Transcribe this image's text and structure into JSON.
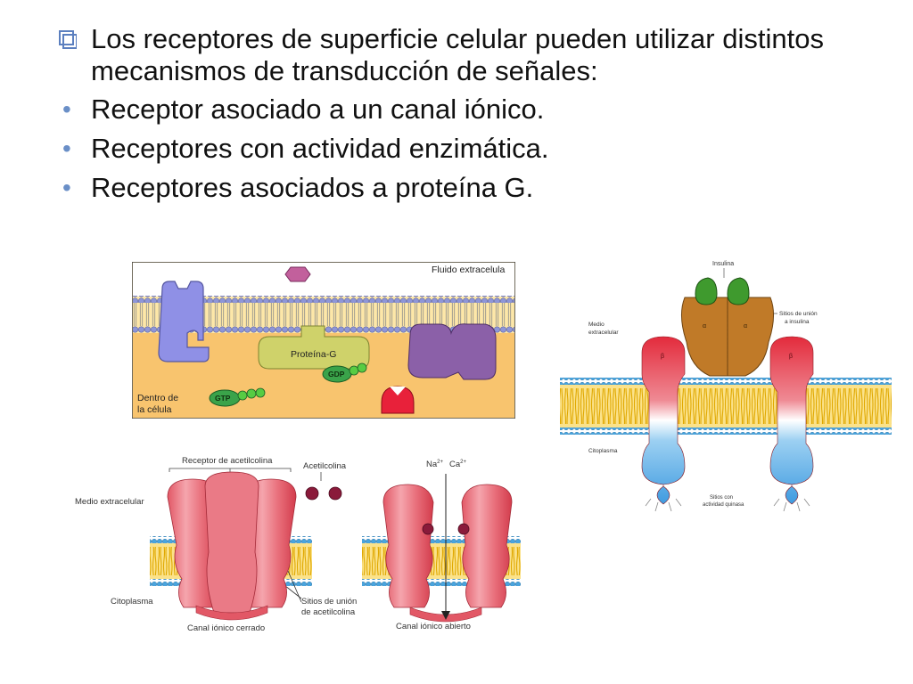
{
  "slide": {
    "lead": "Los receptores de superficie celular pueden utilizar distintos mecanismos de transducción de señales:",
    "bullets": [
      "Receptor asociado a un canal iónico.",
      "Receptores con actividad enzimática.",
      "Receptores asociados a proteína G."
    ]
  },
  "gprotein": {
    "label_outside": "Fluido extracelula",
    "label_inside_1": "Dentro de",
    "label_inside_2": "la célula",
    "protein_label": "Proteína-G",
    "gdp": "GDP",
    "gtp": "GTP"
  },
  "insulin": {
    "insulina": "Insulina",
    "sitios_union_1": "Sitios de unión",
    "sitios_union_2": "a insulina",
    "medio_1": "Medio",
    "medio_2": "extracelular",
    "citoplasma": "Citoplasma",
    "alpha": "α",
    "beta": "β",
    "quinasa_1": "Sitios con",
    "quinasa_2": "actividad quinasa"
  },
  "channel": {
    "receptor": "Receptor de acetilcolina",
    "acetilcolina": "Acetilcolina",
    "medio": "Medio extracelular",
    "citoplasma": "Citoplasma",
    "sitios_1": "Sitios de unión",
    "sitios_2": "de acetilcolina",
    "cerrado": "Canal iónico cerrado",
    "abierto": "Canal iónico abierto",
    "na": "Na",
    "ca": "Ca",
    "charge": "2+"
  },
  "colors": {
    "bullet": "#6a8fc7",
    "membrane_head": "#8e96d8",
    "cytosol": "#f5c77e",
    "red_protein": "#e46a7a",
    "blue_protein": "#58a7e6",
    "lipid": "#f0c020"
  }
}
